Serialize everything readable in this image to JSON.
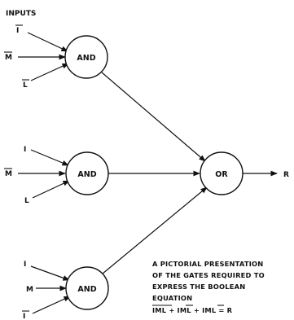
{
  "header": {
    "inputs_label": "INPUTS"
  },
  "gates": [
    {
      "label": "AND",
      "inputs": [
        "I",
        "M",
        "L"
      ],
      "negated": [
        true,
        true,
        true
      ]
    },
    {
      "label": "AND",
      "inputs": [
        "I",
        "M",
        "L"
      ],
      "negated": [
        false,
        true,
        false
      ]
    },
    {
      "label": "AND",
      "inputs": [
        "I",
        "M",
        "I"
      ],
      "negated": [
        false,
        false,
        true
      ]
    }
  ],
  "or_gate": {
    "label": "OR",
    "output": "R"
  },
  "caption": {
    "lines": [
      "A PICTORIAL  PRESENTATION",
      "OF  THE  GATES  REQUIRED  TO",
      "EXPRESS  THE  BOOLEAN",
      "EQUATION"
    ],
    "equation": "IML + IML + IML = R"
  }
}
